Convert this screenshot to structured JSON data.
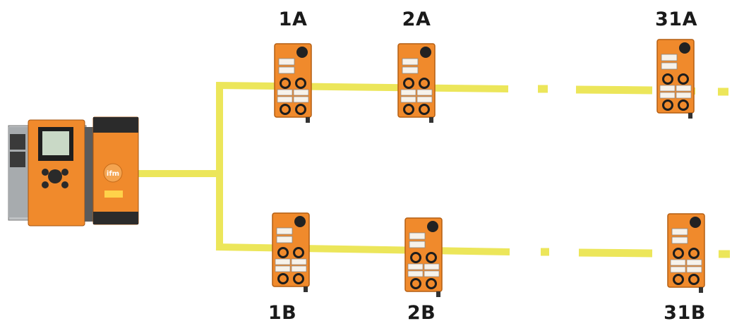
{
  "labels": {
    "top": [
      "1A",
      "2A",
      "31A"
    ],
    "bottom": [
      "1B",
      "2B",
      "31B"
    ]
  },
  "colors": {
    "bus": "#ece65a",
    "module_orange": "#f08a2c",
    "module_dark": "#2b2b2b",
    "controller_gray": "#bfc2c4",
    "label_text": "#1a1a1a"
  },
  "controller_brand": "ifm"
}
